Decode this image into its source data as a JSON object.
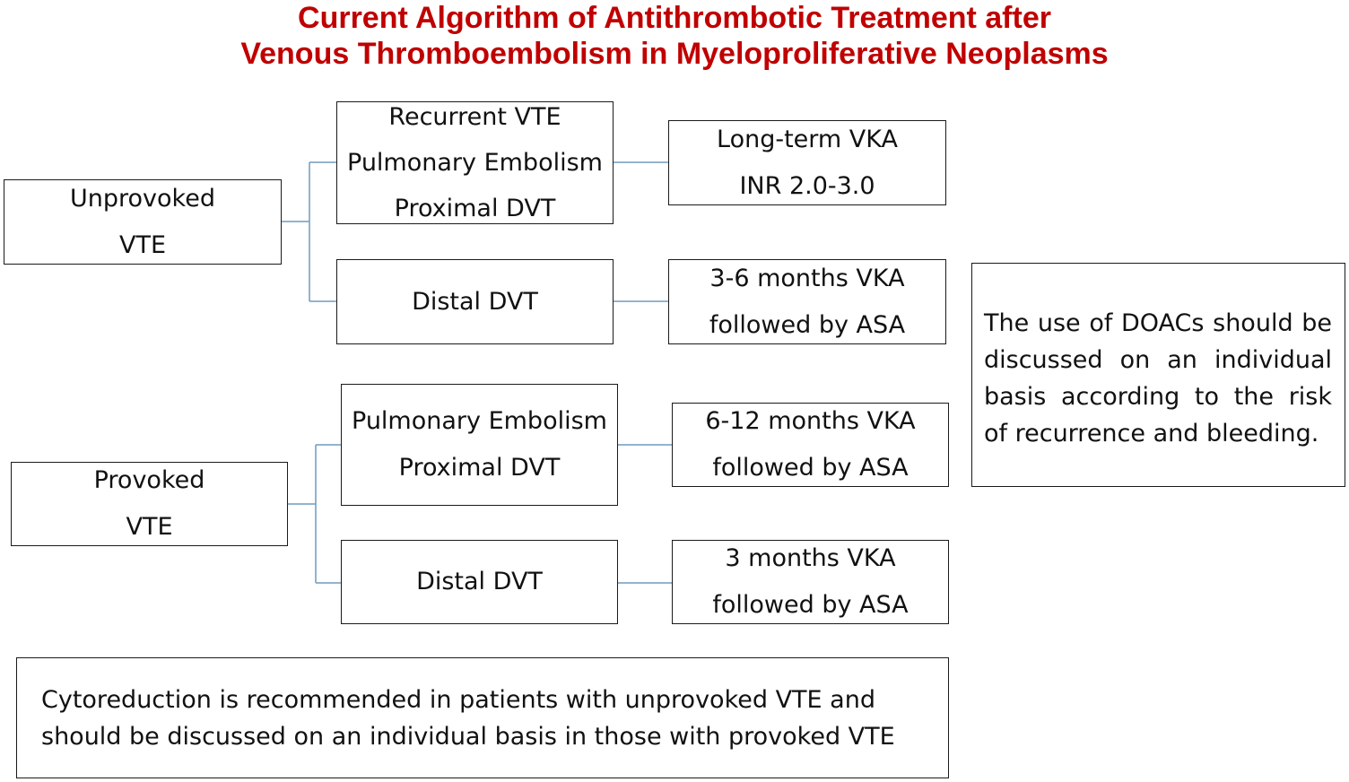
{
  "title": {
    "line1": "Current Algorithm of Antithrombotic Treatment  after",
    "line2": "Venous Thromboembolism in Myeloproliferative Neoplasms"
  },
  "colors": {
    "title": "#c00000",
    "connector": "#6f9bbf",
    "border": "#1a1a1a"
  },
  "unprovoked": {
    "root": [
      "Unprovoked",
      "VTE"
    ],
    "branch1": [
      "Recurrent VTE",
      "Pulmonary Embolism",
      "Proximal DVT"
    ],
    "branch1_treatment": [
      "Long-term VKA",
      "INR 2.0-3.0"
    ],
    "branch2": [
      "Distal DVT"
    ],
    "branch2_treatment": [
      "3-6 months VKA",
      "followed by ASA"
    ]
  },
  "provoked": {
    "root": [
      "Provoked",
      "VTE"
    ],
    "branch1": [
      "Pulmonary Embolism",
      "Proximal DVT"
    ],
    "branch1_treatment": [
      "6-12 months VKA",
      "followed by ASA"
    ],
    "branch2": [
      "Distal DVT"
    ],
    "branch2_treatment": [
      "3 months VKA",
      "followed by ASA"
    ]
  },
  "notes": {
    "doacs": "The use of DOACs should be discussed on an individual basis according to the risk of recurrence and bleeding.",
    "cytoreduction_line1": "Cytoreduction is recommended in patients with unprovoked VTE and",
    "cytoreduction_line2": "should be discussed on an individual basis in those with provoked VTE"
  }
}
